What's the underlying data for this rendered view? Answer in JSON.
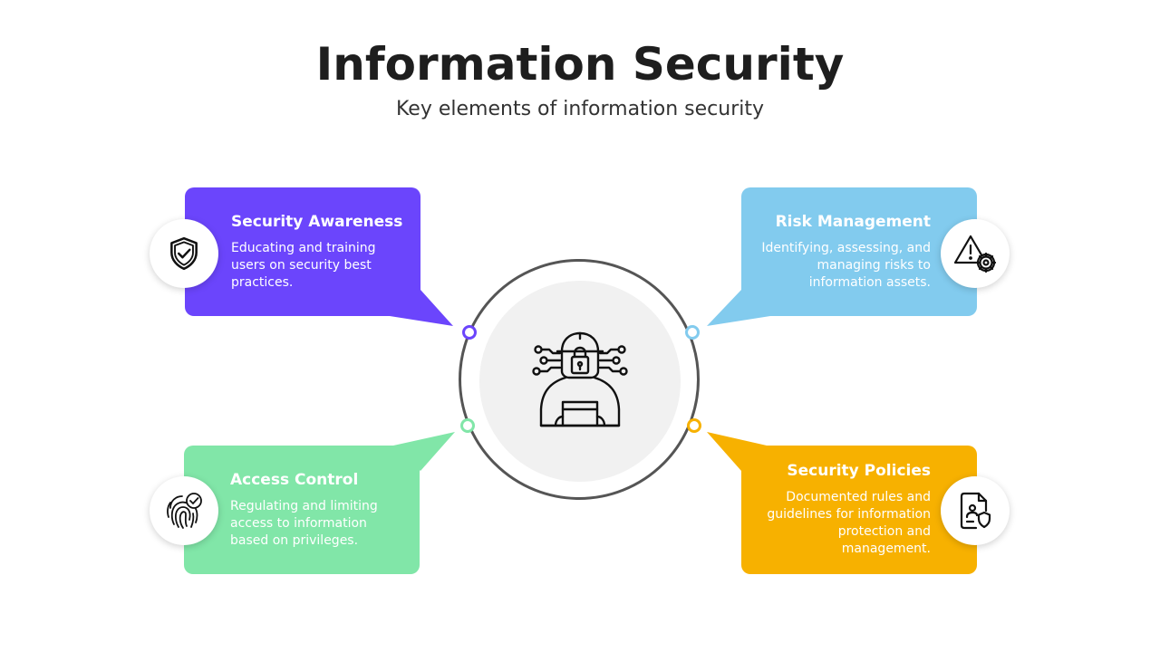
{
  "header": {
    "title": "Information Security",
    "subtitle": "Key elements of information security"
  },
  "center": {
    "icon": "hacker-lock-icon"
  },
  "cards": {
    "security_awareness": {
      "title": "Security Awareness",
      "description": "Educating and training users on security best practices.",
      "color": "#6b45fc",
      "icon": "shield-check-icon"
    },
    "risk_management": {
      "title": "Risk Management",
      "description": "Identifying, assessing, and managing risks to information assets.",
      "color": "#82cbee",
      "icon": "warning-gear-icon"
    },
    "access_control": {
      "title": "Access Control",
      "description": "Regulating and limiting access to information based on privileges.",
      "color": "#81e6a8",
      "icon": "fingerprint-check-icon"
    },
    "security_policies": {
      "title": "Security Policies",
      "description": "Documented rules and guidelines for information protection and management.",
      "color": "#f7b100",
      "icon": "policy-document-icon"
    }
  }
}
